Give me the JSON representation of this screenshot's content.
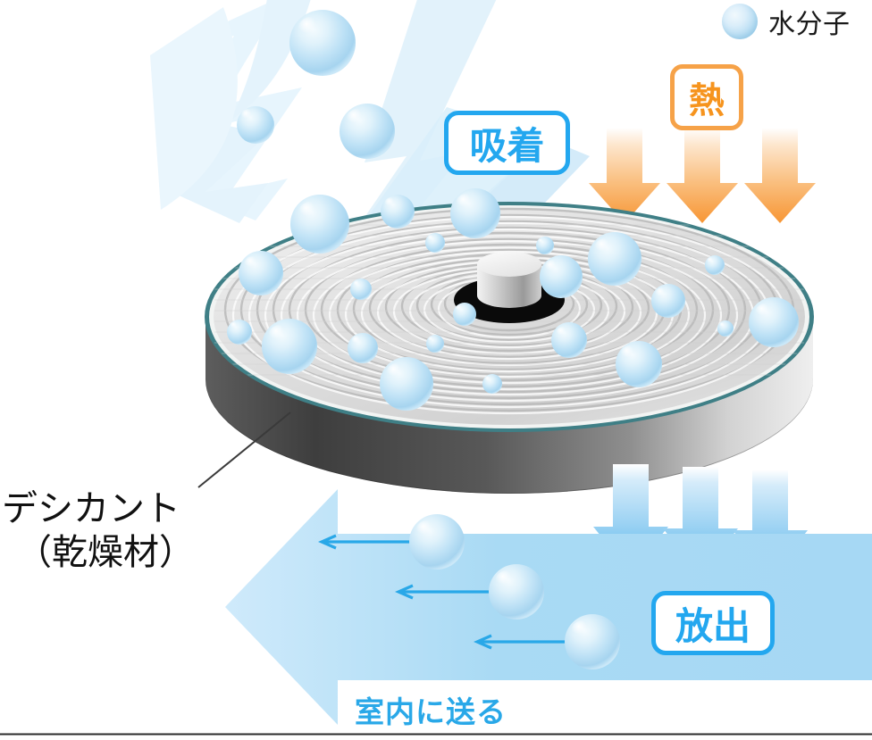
{
  "diagram": {
    "title_alt": "desiccant-rotor-moisture-adsorption-release",
    "legend": {
      "icon": "water-molecule-bubble-icon",
      "label": "水分子"
    },
    "badges": {
      "adsorption": "吸着",
      "heat": "熱",
      "release": "放出"
    },
    "labels": {
      "desiccant_line1": "デシカント",
      "desiccant_line2": "（乾燥材）",
      "indoor": "室内に送る"
    },
    "colors": {
      "accent_blue": "#23a7ef",
      "airflow_blue": "#a8d8f2",
      "airflow_blue_pale": "#ddf0fb",
      "heat_orange": "#f6941e",
      "heat_orange_light": "#fbd2a5",
      "rotor_gray": "#d9d9d9",
      "rotor_side_dark": "#4a4a4a",
      "rotor_rim_teal": "#3f7f86",
      "text_dark": "#111111",
      "bubble_fill": "#bfe2f5"
    },
    "elements": {
      "heat_arrow_count": 3,
      "release_arrow_count": 3,
      "flow_arrow_count": 3,
      "rotor": "desiccant-rotor-disc",
      "hub": "rotor-center-hub"
    }
  }
}
